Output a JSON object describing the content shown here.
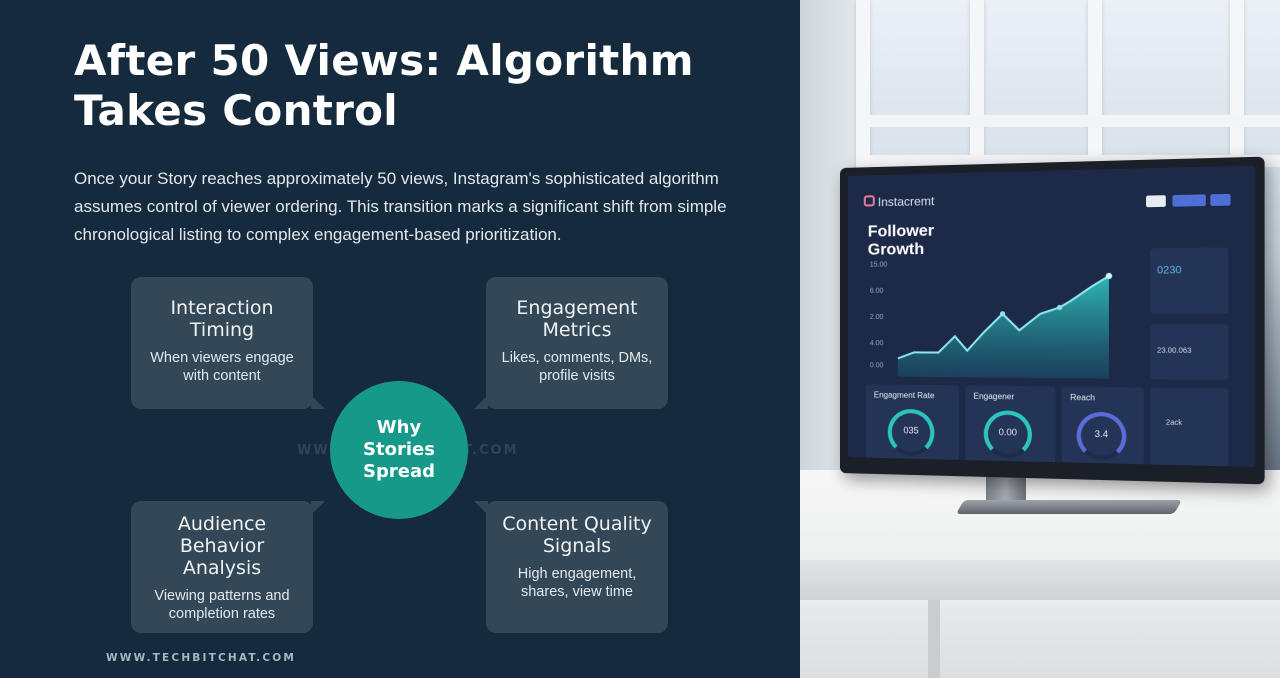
{
  "heading": {
    "line1": "After 50 Views: Algorithm",
    "line2": "Takes Control"
  },
  "intro": {
    "line1": "Once your Story reaches approximately 50 views, Instagram's sophisticated algorithm",
    "line2": "assumes control of viewer ordering. This transition marks a significant shift from simple",
    "line3": "chronological listing to complex engagement-based prioritization."
  },
  "diagram": {
    "center": "Why Stories Spread",
    "watermark": "WWW.TECHBITCHAT.COM",
    "cards": [
      {
        "title": "Interaction Timing",
        "description": "When viewers engage with content"
      },
      {
        "title": "Engagement Metrics",
        "description": "Likes, comments, DMs, profile visits"
      },
      {
        "title": "Audience Behavior Analysis",
        "description": "Viewing patterns and completion rates"
      },
      {
        "title": "Content Quality Signals",
        "description": "High engagement, shares, view time"
      }
    ]
  },
  "footer": {
    "site": "WWW.TECHBITCHAT.COM"
  },
  "colors": {
    "panel_bg": "#152a3c",
    "card_bg": "#334756",
    "hub_teal": "#17998a"
  },
  "photo_monitor": {
    "app_name": "Instacremt",
    "dashboard_title": "Follower Growth",
    "y_ticks": [
      "15.00",
      "6.00",
      "2.00",
      "4.00",
      "0.00"
    ],
    "side_value": "0230",
    "side_value2": "23.00.063",
    "side_value3": "2ack",
    "cards": [
      {
        "label": "Engagment Rate",
        "value": "035"
      },
      {
        "label": "Engagener",
        "value": "0.00"
      },
      {
        "label": "Reach",
        "value": "3.4"
      }
    ]
  }
}
